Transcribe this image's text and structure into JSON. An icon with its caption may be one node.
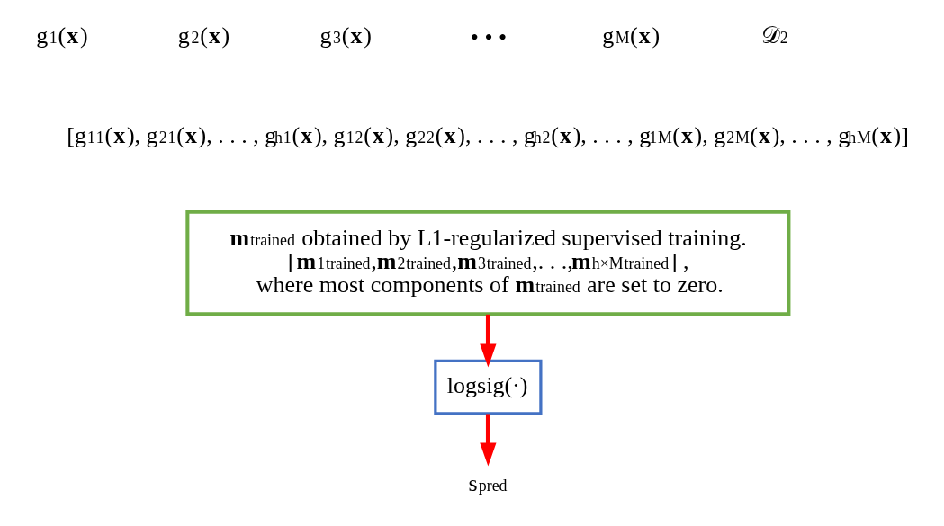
{
  "diagram": {
    "nodes": [
      {
        "text": [
          "**m**$_{trained}$ obtained by L1-regularized supervised training.",
          "[**m**$^{1}$$_{trained}$,**m**$^{2}$$_{trained}$,**m**$^{3}$$_{trained}$,. . .,**m**$^{h×M}$$_{trained}$] ,",
          "where most components of **m**$_{trained}$ are set to zero."
        ]
      },
      {
        "text": [
          "logsig(·)"
        ]
      },
      {
        "text": [
          "s$_{pred}$"
        ]
      }
    ],
    "edges": [
      {
        "from": 0,
        "to": 1,
        "arrow": "to"
      },
      {
        "from": 1,
        "to": 2,
        "arrow": "to"
      }
    ],
    "labels": [
      "g$_{1}$(**x**)",
      "g$_{2}$(**x**)",
      "g$_{3}$(**x**)",
      "• • •",
      "g$_{M}$(**x**)",
      "𝒟$^{2}$",
      "[g$^{1}$$_{1}$(**x**), g$^{2}$$_{1}$(**x**), . . . , g$^{h}$$_{1}$(**x**), g$^{1}$$_{2}$(**x**), g$^{2}$$_{2}$(**x**), . . . , g$^{h}$$_{2}$(**x**), . . . , g$^{1}$$_{M}$(**x**), g$^{2}$$_{M}$(**x**), . . . , g$^{h}$$_{M}$(**x**)]"
    ]
  }
}
